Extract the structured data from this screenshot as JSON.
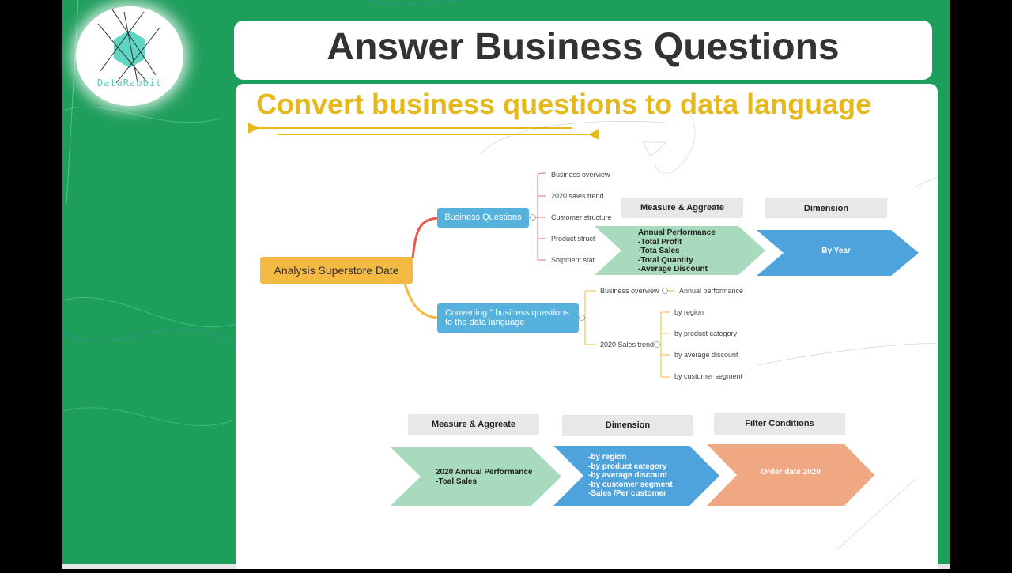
{
  "header": {
    "title": "Answer Business Questions"
  },
  "logo": {
    "text": "DataRabbit"
  },
  "subtitle": "Convert business  questions to data language",
  "mindmap": {
    "root": "Analysis Superstore Date",
    "business_questions": {
      "label": "Business Questions",
      "children": [
        "Business overview",
        "2020 sales trend",
        "Customer structure",
        "Product struct",
        "Shipment stat"
      ]
    },
    "converting": {
      "label_line1": "Converting \" business questions",
      "label_line2": " to the data language",
      "business_overview": "Business overview",
      "annual_performance": "Annual performance",
      "sales_trend": "2020 Sales trend",
      "trend_children": [
        "by region",
        "by product category",
        "by average discount",
        "by customer segment"
      ]
    }
  },
  "top_flow": {
    "measure_header": "Measure & Aggreate",
    "dimension_header": "Dimension",
    "measure_lines": [
      "Annual Performance",
      "-Total Profit",
      "-Tota Sales",
      "-Total Quantity",
      "-Average Discount"
    ],
    "dimension_value": "By Year"
  },
  "bottom_flow": {
    "measure_header": "Measure & Aggreate",
    "dimension_header": "Dimension",
    "filter_header": "Filter Conditions",
    "measure_lines": [
      "2020 Annual Performance",
      "-Toal Sales"
    ],
    "dimension_lines": [
      "-by region",
      "-by product category",
      "-by average discount",
      "-by customer segment",
      "-Sales /Per customer"
    ],
    "filter_value": "Order date 2020"
  },
  "colors": {
    "slide_green": "#1e9e5b",
    "accent_yellow": "#e6b81c",
    "node_orange": "#f4b942",
    "node_blue": "#56b2dd",
    "arrow_green": "#a8dbbd",
    "arrow_blue": "#4fa3dc",
    "arrow_salmon": "#f0a882"
  }
}
